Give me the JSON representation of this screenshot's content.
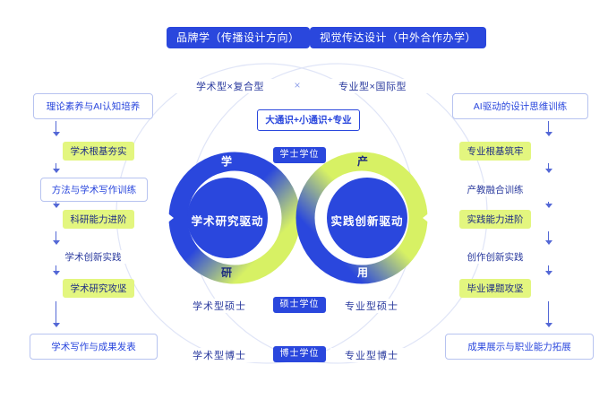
{
  "header": {
    "pill_left": "品牌学（传播设计方向）",
    "pill_right": "视觉传达设计（中外合作办学）"
  },
  "top": {
    "type_left": "学术型×复合型",
    "cross": "×",
    "type_right": "专业型×国际型",
    "curriculum": "大通识+小通识+专业"
  },
  "degrees": {
    "bachelor": "学士学位",
    "master": "硕士学位",
    "doctor": "博士学位"
  },
  "infinity": {
    "label_top_left": "学",
    "label_top_right": "产",
    "label_bottom_left": "研",
    "label_bottom_right": "用",
    "drive_left": "学术研究驱动",
    "drive_right": "实践创新驱动"
  },
  "masters": {
    "left": "学术型硕士",
    "right": "专业型硕士"
  },
  "doctors": {
    "left": "学术型博士",
    "right": "专业型博士"
  },
  "left_column": {
    "items": [
      {
        "label": "理论素养与AI认知培养",
        "style": "outline"
      },
      {
        "label": "学术根基夯实",
        "style": "highlight"
      },
      {
        "label": "方法与学术写作训练",
        "style": "outline"
      },
      {
        "label": "科研能力进阶",
        "style": "highlight"
      },
      {
        "label": "学术创新实践",
        "style": "plain"
      },
      {
        "label": "学术研究攻坚",
        "style": "highlight"
      },
      {
        "label": "学术写作与成果发表",
        "style": "outline"
      }
    ]
  },
  "right_column": {
    "items": [
      {
        "label": "AI驱动的设计思维训练",
        "style": "outline"
      },
      {
        "label": "专业根基筑牢",
        "style": "highlight"
      },
      {
        "label": "产教融合训练",
        "style": "plain"
      },
      {
        "label": "实践能力进阶",
        "style": "highlight"
      },
      {
        "label": "创作创新实践",
        "style": "plain"
      },
      {
        "label": "毕业课题攻坚",
        "style": "highlight"
      },
      {
        "label": "成果展示与职业能力拓展",
        "style": "outline"
      }
    ]
  },
  "colors": {
    "blue": "#2A47DD",
    "lime_ribbon": "#D7F164",
    "lime_highlight": "#E3F67F",
    "navy_text": "#2A3A9E"
  }
}
